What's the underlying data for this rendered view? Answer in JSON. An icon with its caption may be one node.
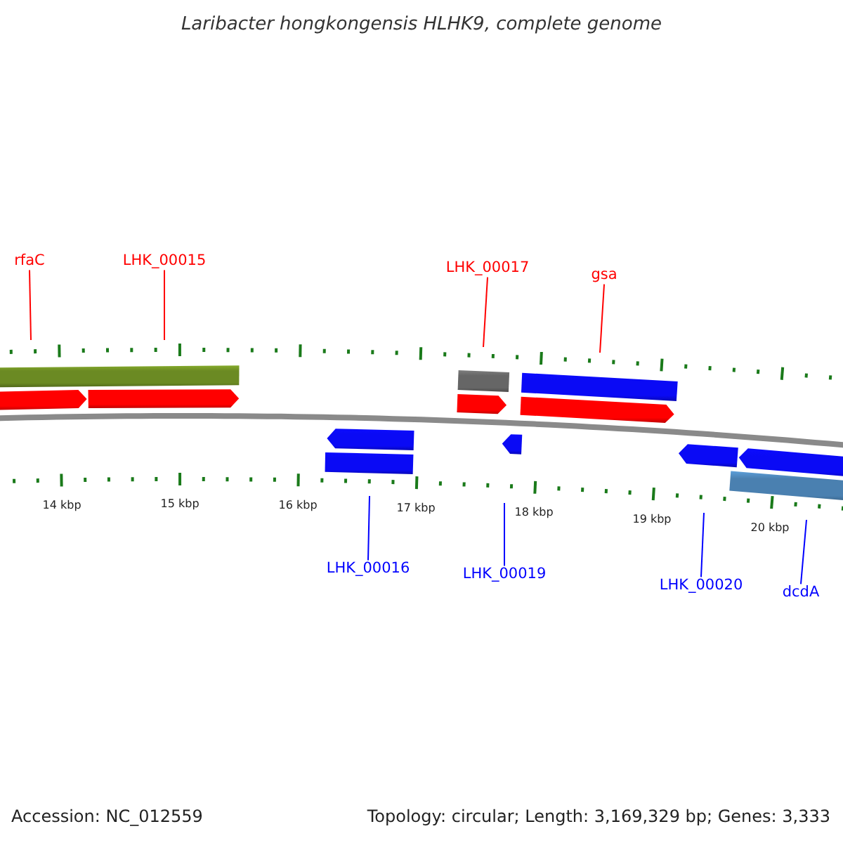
{
  "diagram": {
    "title": "Laribacter hongkongensis HLHK9, complete genome",
    "nodes": [
      {
        "text": [
          "rfaC"
        ]
      },
      {
        "text": [
          "LHK_00015"
        ]
      },
      {
        "text": [
          "LHK_00017"
        ]
      },
      {
        "text": [
          "gsa"
        ]
      },
      {
        "text": [
          "LHK_00016"
        ]
      },
      {
        "text": [
          "LHK_00019"
        ]
      },
      {
        "text": [
          "LHK_00020"
        ]
      },
      {
        "text": [
          "dcdA"
        ]
      }
    ],
    "edges": [
      {
        "from": 0,
        "to": null,
        "arrow": "none",
        "color": "#ff0000"
      },
      {
        "from": 1,
        "to": null,
        "arrow": "none",
        "color": "#ff0000"
      },
      {
        "from": 2,
        "to": null,
        "arrow": "none",
        "color": "#ff0000"
      },
      {
        "from": 3,
        "to": null,
        "arrow": "none",
        "color": "#ff0000"
      },
      {
        "from": 4,
        "to": null,
        "arrow": "none",
        "color": "#0000ff"
      },
      {
        "from": 5,
        "to": null,
        "arrow": "none",
        "color": "#0000ff"
      },
      {
        "from": 6,
        "to": null,
        "arrow": "none",
        "color": "#0000ff"
      },
      {
        "from": 7,
        "to": null,
        "arrow": "none",
        "color": "#0000ff"
      }
    ],
    "labels": [
      "14 kbp",
      "15 kbp",
      "16 kbp",
      "17 kbp",
      "18 kbp",
      "19 kbp",
      "20 kbp",
      "Accession: NC_012559",
      "Topology: circular; Length: 3,169,329 bp; Genes: 3,333"
    ]
  }
}
